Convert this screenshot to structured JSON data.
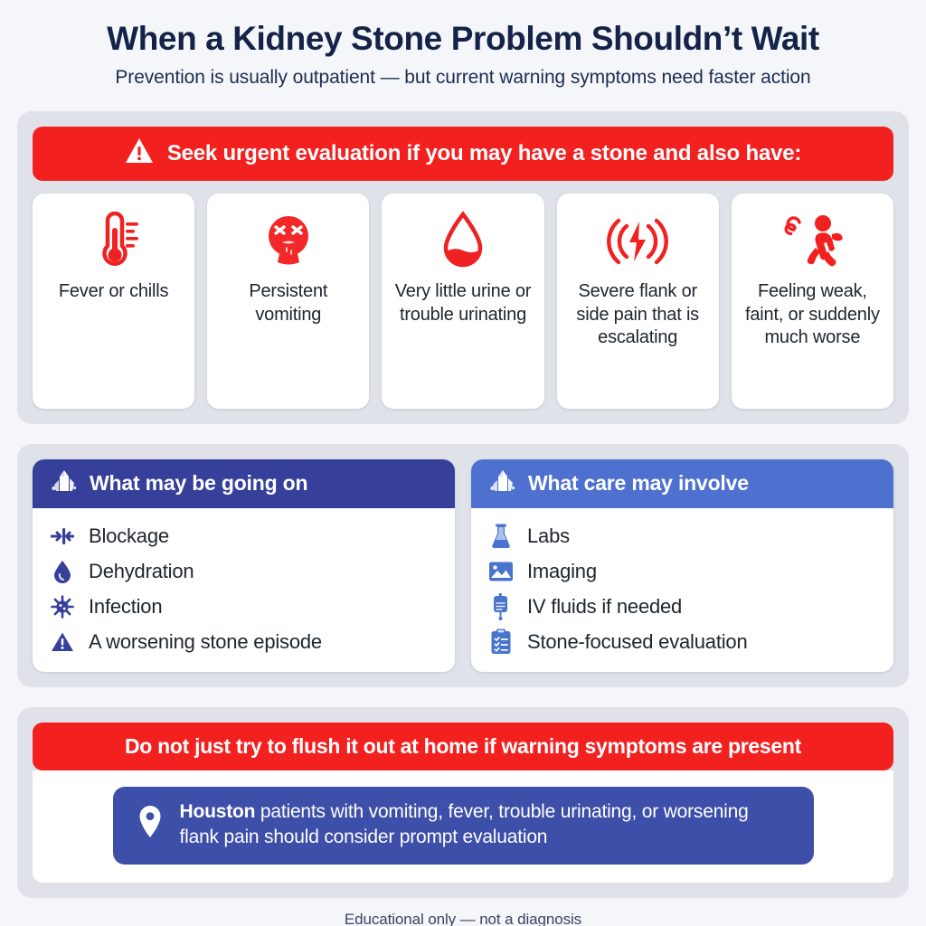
{
  "header": {
    "title": "When a Kidney Stone Problem Shouldn’t Wait",
    "subtitle": "Prevention is usually outpatient — but current warning symptoms need faster action"
  },
  "urgent": {
    "banner_icon": "warning-triangle-icon",
    "banner_text": "Seek urgent evaluation if you may have a stone and also have:",
    "banner_color": "#f32020",
    "cards": [
      {
        "icon": "thermometer-icon",
        "label": "Fever or chills"
      },
      {
        "icon": "vomiting-face-icon",
        "label": "Persistent vomiting"
      },
      {
        "icon": "low-urine-droplet-icon",
        "label": "Very little urine or trouble urinating"
      },
      {
        "icon": "pain-lightning-icon",
        "label": "Severe flank or side pain that is escalating"
      },
      {
        "icon": "dizzy-fainting-person-icon",
        "label": "Feeling weak, faint, or suddenly much worse"
      }
    ]
  },
  "panels": [
    {
      "header_icon": "crystal-stone-icon",
      "title": "What may be going on",
      "header_color": "#36409a",
      "items": [
        {
          "icon": "blockage-arrows-icon",
          "label": "Blockage"
        },
        {
          "icon": "water-droplet-icon",
          "label": "Dehydration"
        },
        {
          "icon": "virus-icon",
          "label": "Infection"
        },
        {
          "icon": "warning-triangle-icon",
          "label": "A worsening stone episode"
        }
      ]
    },
    {
      "header_icon": "crystal-stone-icon",
      "title": "What care may involve",
      "header_color": "#4e71d0",
      "items": [
        {
          "icon": "lab-flask-icon",
          "label": "Labs"
        },
        {
          "icon": "imaging-picture-icon",
          "label": "Imaging"
        },
        {
          "icon": "iv-bag-icon",
          "label": "IV fluids if needed"
        },
        {
          "icon": "clipboard-list-icon",
          "label": "Stone-focused evaluation"
        }
      ]
    }
  ],
  "bottom": {
    "strip_text": "Do not just try to flush it out at home if warning symptoms are present",
    "strip_color": "#f32020",
    "location_icon": "map-pin-icon",
    "location_city": "Houston",
    "location_rest": " patients with vomiting, fever, trouble urinating, or worsening flank pain should consider prompt evaluation",
    "location_color": "#3d4fa8"
  },
  "footer": {
    "text": "Educational only — not a diagnosis"
  }
}
